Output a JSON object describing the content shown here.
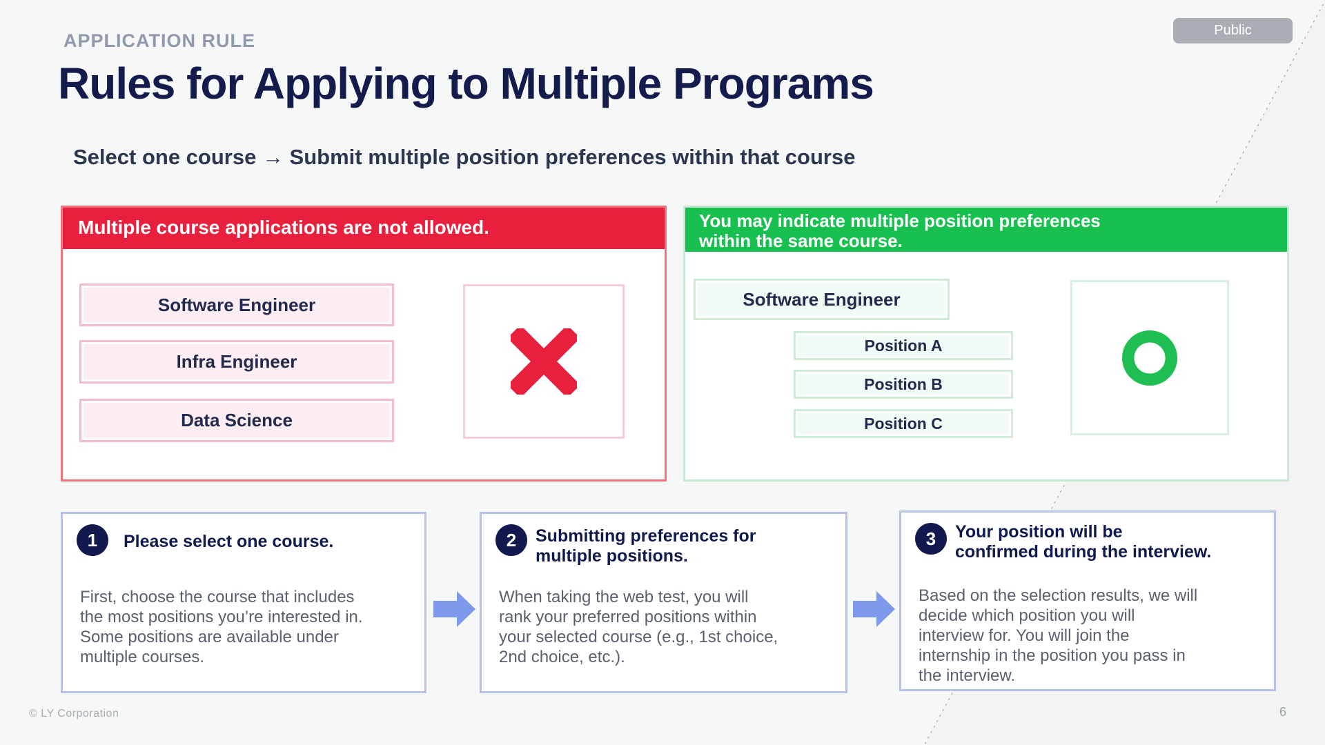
{
  "page": {
    "eyebrow": "APPLICATION RULE",
    "title": "Rules for Applying to Multiple Programs",
    "subtitle": "Select one course → Submit multiple position preferences within that course",
    "badge": "Public",
    "footer_left": "© LY Corporation",
    "page_number": "6"
  },
  "not_allowed": {
    "header": "Multiple course applications are not allowed.",
    "courses": [
      "Software Engineer",
      "Infra Engineer",
      "Data Science"
    ],
    "mark": "cross"
  },
  "allowed": {
    "header": "You may indicate multiple position preferences\nwithin the same course.",
    "course": "Software Engineer",
    "positions": [
      "Position A",
      "Position B",
      "Position C"
    ],
    "mark": "circle"
  },
  "steps": [
    {
      "number": "1",
      "title": "Please select one course.",
      "body": "First, choose the course that includes\nthe most positions you’re interested in.\nSome positions are available under\nmultiple courses."
    },
    {
      "number": "2",
      "title": "Submitting preferences for\nmultiple positions.",
      "body": "When taking the web test, you will\nrank your preferred positions within\nyour selected course (e.g., 1st choice,\n2nd choice, etc.)."
    },
    {
      "number": "3",
      "title": "Your position will be\nconfirmed during the interview.",
      "body": "Based on the selection results, we will\ndecide which position you will\ninterview for. You will join the\ninternship in the position you pass in\nthe interview."
    }
  ],
  "colors": {
    "red": "#E8203E",
    "red_border": "#F0737F",
    "pink_fill": "#FBEDF1",
    "pink_border": "#F3BBC7",
    "green": "#17C04F",
    "green_ring": "#1FBE53",
    "green_border": "#C9E9D2",
    "navy": "#141B4D",
    "step_border": "#B5C3EA",
    "arrow_blue": "#7E98EC",
    "body_gray": "#59616F",
    "badge_gray": "#A9AEB4",
    "background": "#F6F7F7"
  }
}
